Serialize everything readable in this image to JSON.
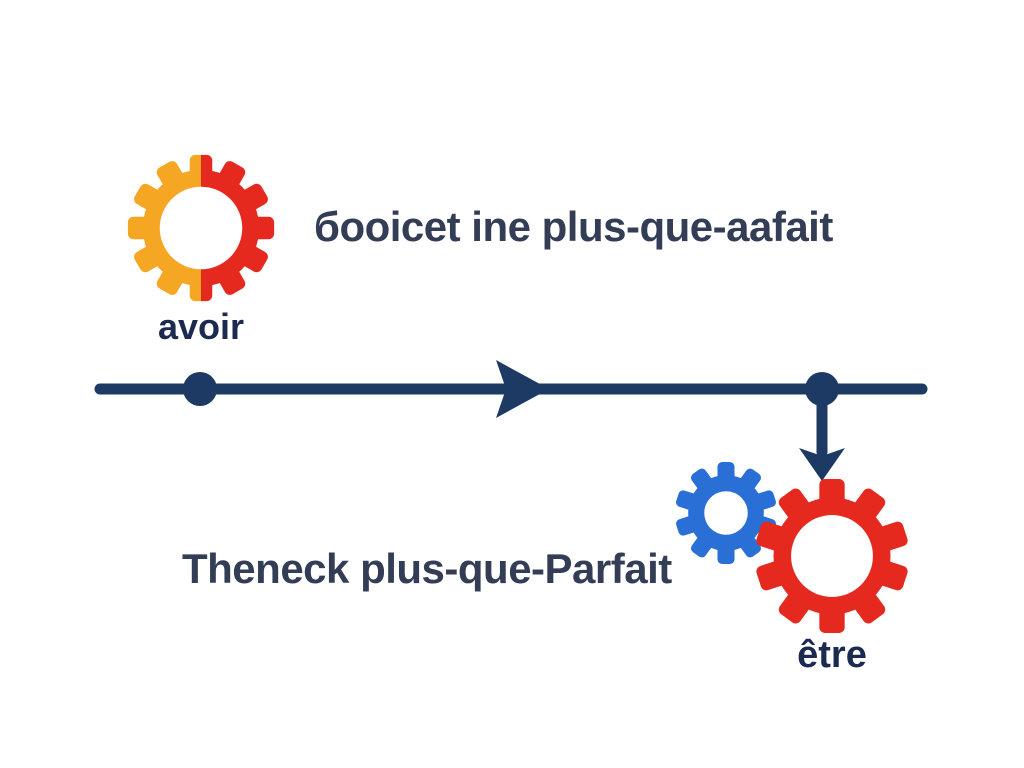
{
  "top_caption": "бooicet ine plus-que-aafait",
  "bottom_caption": "Theneck plus-que-Parfait",
  "left_gear": {
    "label": "avoir",
    "icon": "two-tone-gear-icon"
  },
  "right_gear": {
    "label": "être",
    "icons": [
      "blue-gear-icon",
      "red-gear-icon"
    ]
  },
  "timeline": {
    "direction": "left-to-right",
    "branch": "down-arrow-to-etre-gear"
  },
  "colors": {
    "background": "#ffffff",
    "navy": "#1C3A64",
    "caption_text": "#333D55",
    "label_text": "#1B2A4E",
    "orange": "#F5A623",
    "red": "#E5291F",
    "blue": "#2A6FD6",
    "white": "#ffffff"
  }
}
